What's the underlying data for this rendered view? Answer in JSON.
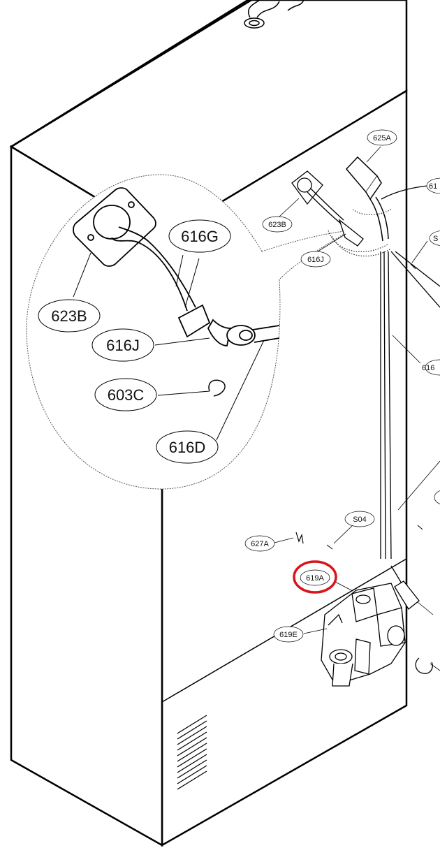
{
  "diagram": {
    "callouts": {
      "c_616G_big": "616G",
      "c_623B_big": "623B",
      "c_616J_big": "616J",
      "c_603C_big": "603C",
      "c_616D_big": "616D",
      "c_625A": "625A",
      "c_623B_small": "623B",
      "c_616J_small": "616J",
      "c_61_partial": "61",
      "c_S_partial": "S",
      "c_616_partial": "616",
      "c_S04": "S04",
      "c_627A": "627A",
      "c_619A": "619A",
      "c_619E": "619E"
    },
    "highlight": {
      "target": "619A",
      "color": "#d8141c"
    }
  }
}
